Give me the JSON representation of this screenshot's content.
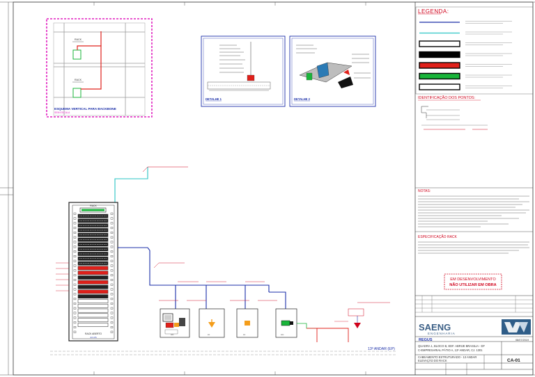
{
  "legend": {
    "title": "LEGENDA:",
    "entries": [
      {
        "color": "#1a2ea8",
        "kind": "line"
      },
      {
        "color": "#27c4c4",
        "kind": "line"
      },
      {
        "color": "#000000",
        "kind": "bar",
        "fill": "#ffffff"
      },
      {
        "color": "#000000",
        "kind": "bar",
        "fill": "#000000"
      },
      {
        "color": "#000000",
        "kind": "bar",
        "fill": "#e0201a"
      },
      {
        "color": "#000000",
        "kind": "bar",
        "fill": "#19b53a"
      },
      {
        "color": "#000000",
        "kind": "bar",
        "fill": "#ffffff"
      }
    ]
  },
  "points_id": {
    "title": "IDENTIFICAÇÃO DOS PONTOS:"
  },
  "notes": {
    "title": "NOTAS:"
  },
  "rack_spec": {
    "title": "ESPECIFICAÇÃO RACK"
  },
  "stamp": {
    "line1": "EM DESENVOLVIMENTO",
    "line2": "NÃO UTILIZAR EM OBRA"
  },
  "company": {
    "name": "SAENG",
    "sub": "ENGENHARIA"
  },
  "titleblock": {
    "client": "REGUS",
    "address1": "QUADRA 1, BLOCO B, EDF. ABRIJE BRASILIA - DF",
    "address2": "C-EMPRESARIAL PÁTIO A, 13º ANDAR, CJ. 1301",
    "drawing_title1": "CABEAMENTO ESTRUTURADO - 13 ANDAR",
    "drawing_title2": "ELEVAÇÃO DO RACK",
    "date": "08/07/2019",
    "sheet": "CA-01"
  },
  "schema": {
    "title": "ESQUEMA VERTICAL PARA BACKBONE",
    "subtitle": "SEM ESCALA"
  },
  "details": {
    "d1": "DETALHE 1",
    "d2": "DETALHE 2"
  },
  "rack": {
    "top_label": "RACK",
    "bottom_label": "RACK ABERTO",
    "bottom_sub": "44 U/S"
  },
  "floor_label": "13º ANDAR (EP)"
}
